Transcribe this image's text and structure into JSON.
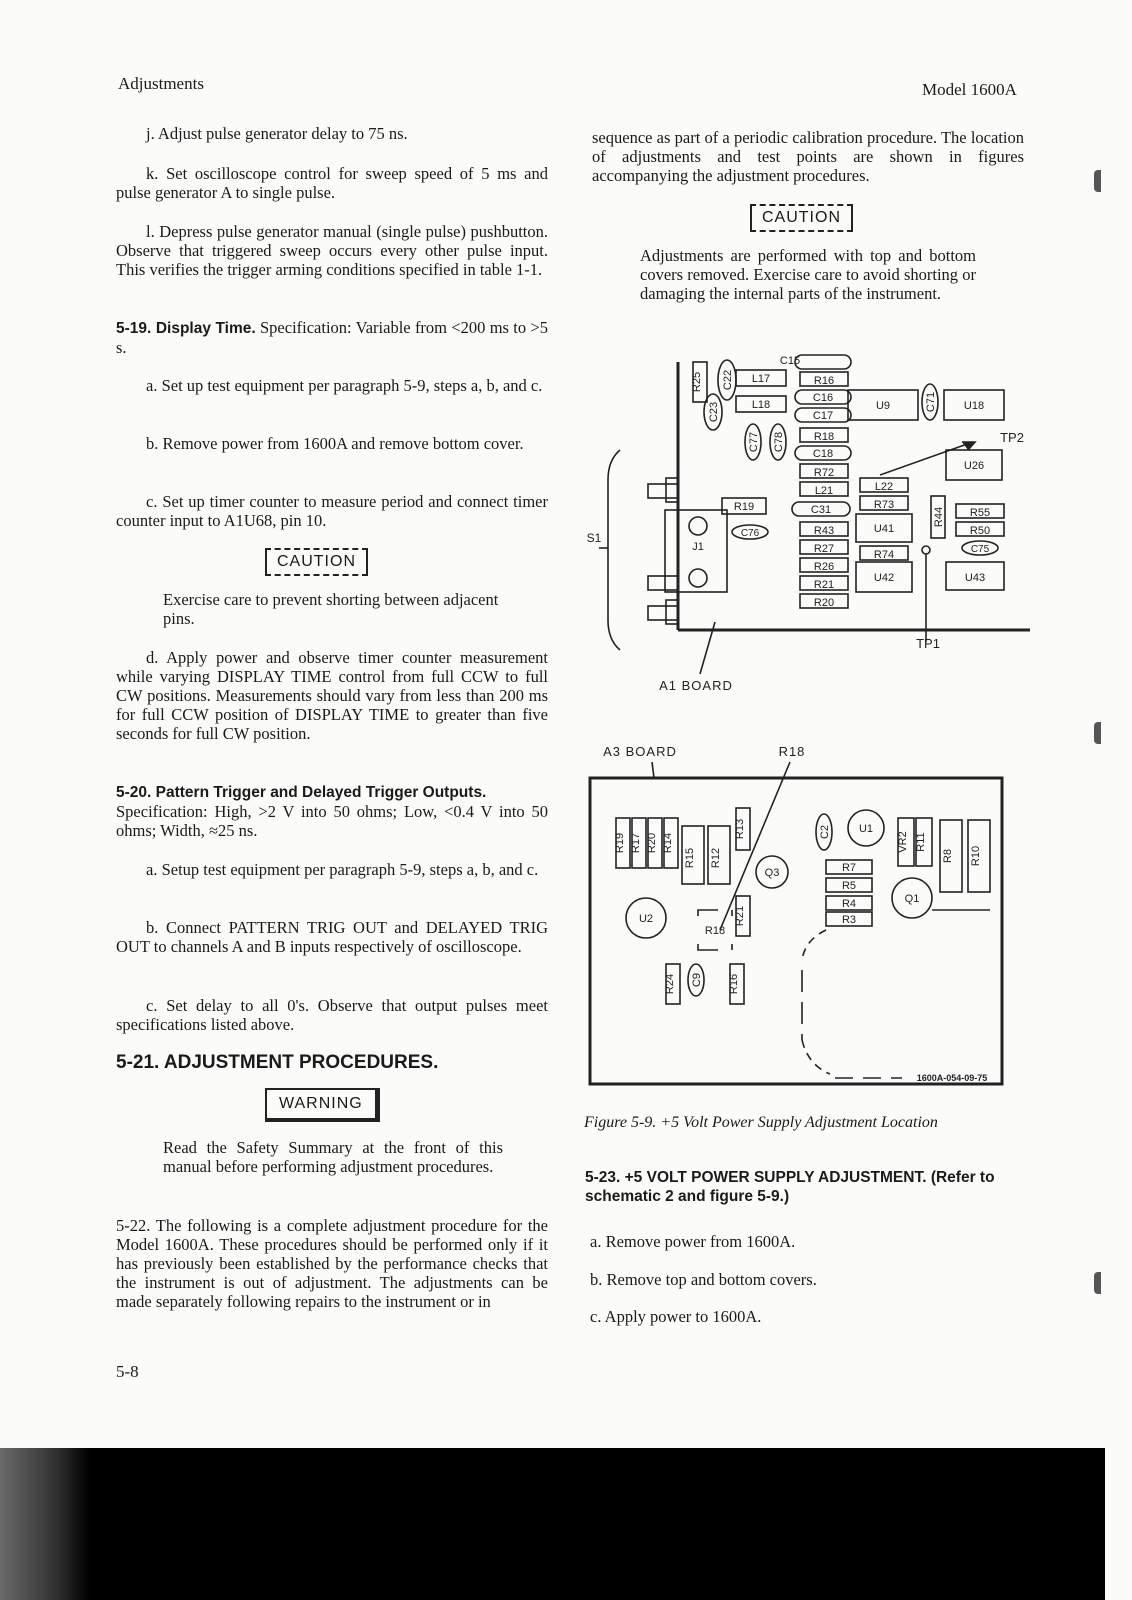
{
  "header": {
    "left": "Adjustments",
    "right": "Model 1600A"
  },
  "left": {
    "j": "j.  Adjust pulse generator delay to 75 ns.",
    "k": "k.  Set oscilloscope control for sweep speed of 5 ms and pulse generator A to single pulse.",
    "l": "l.  Depress pulse generator manual (single pulse) pushbutton. Observe that triggered sweep occurs every other pulse input. This verifies the trigger arming conditions specified in table 1-1.",
    "s519_title": "5-19.  Display  Time.",
    "s519_spec": " Specification: Variable from <200 ms to >5 s.",
    "s519_a": "a.  Set up test equipment per paragraph 5-9, steps a, b, and c.",
    "s519_b": "b.  Remove power from 1600A and remove bottom cover.",
    "s519_c": "c.  Set up timer counter to measure period and connect timer counter input to A1U68, pin 10.",
    "caution1": "CAUTION",
    "caution1_text": "Exercise care to prevent shorting between adjacent pins.",
    "s519_d": "d.  Apply power and observe timer counter measurement while varying DISPLAY TIME control from full CCW to full CW positions. Measurements should vary from less than 200 ms for full CCW position of DISPLAY TIME to greater than five seconds for full CW position.",
    "s520_title": "5-20.  Pattern Trigger and Delayed Trigger Outputs.",
    "s520_spec": "Specification: High, >2 V into 50 ohms; Low, <0.4 V into 50 ohms; Width, ≈25 ns.",
    "s520_a": "a.  Setup test equipment per paragraph 5-9, steps a, b, and c.",
    "s520_b": "b.  Connect PATTERN TRIG OUT and DELAYED TRIG OUT to channels A and B inputs respectively of oscilloscope.",
    "s520_c": "c.  Set delay to all 0's. Observe that output pulses meet specifications listed above.",
    "s521_title": "5-21.  ADJUSTMENT PROCEDURES.",
    "warning": "WARNING",
    "warning_text": "Read the Safety Summary at the front of this manual before performing adjustment procedures.",
    "s522": "5-22.  The following is a complete adjustment procedure for the Model 1600A. These procedures should be performed only if it has previously been established by the performance checks that the instrument is out of adjustment. The adjustments can be made separately following repairs to the instrument or in"
  },
  "right": {
    "cont": "sequence as part of a periodic calibration procedure. The location of adjustments and test points are shown in figures accompanying the adjustment procedures.",
    "caution2": "CAUTION",
    "caution2_text": "Adjustments are performed with top and bottom covers removed. Exercise care to avoid shorting or damaging the internal parts of the instrument.",
    "figure_caption": "Figure 5-9. +5 Volt Power Supply Adjustment Location",
    "s523_title": "5-23.  +5 VOLT POWER SUPPLY ADJUSTMENT. (Refer to schematic 2 and figure 5-9.)",
    "s523_a": "a.  Remove power from 1600A.",
    "s523_b": "b.  Remove top and bottom covers.",
    "s523_c": "c.  Apply power to 1600A."
  },
  "figure": {
    "a1_board": "A1 BOARD",
    "a3_board": "A3 BOARD",
    "r18_label": "R18",
    "s1": "S1",
    "j1": "J1",
    "tp1": "TP1",
    "tp2": "TP2",
    "part_number": "1600A-054-09-75"
  },
  "footer": {
    "page": "5-8"
  }
}
